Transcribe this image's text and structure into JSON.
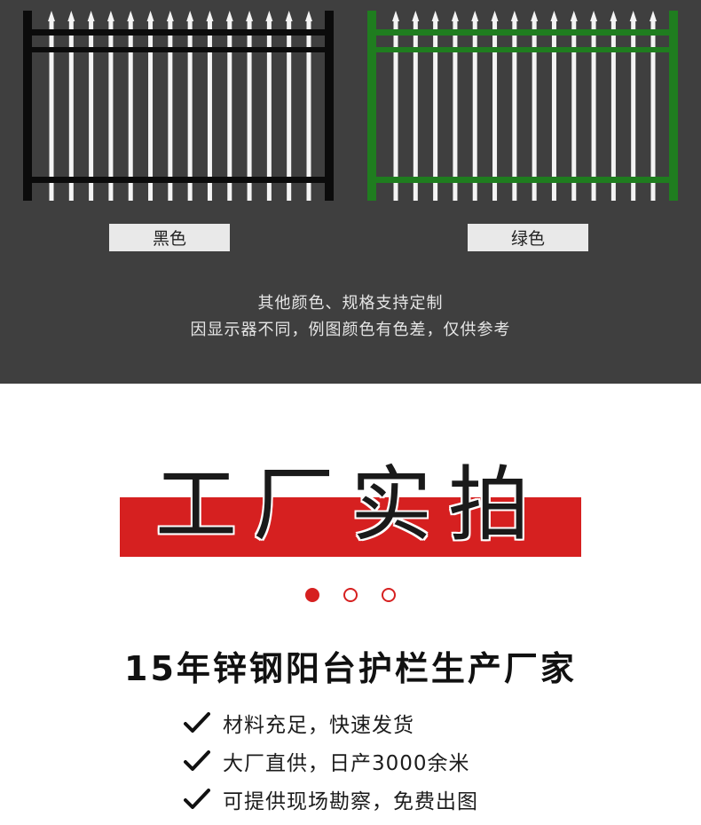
{
  "colors": {
    "panel_bg": "#3f3f3f",
    "accent_red": "#d62020",
    "fence_black": "#0b0b0b",
    "fence_green": "#1f7d1f"
  },
  "products": [
    {
      "label": "黑色",
      "color": "black"
    },
    {
      "label": "绿色",
      "color": "green"
    }
  ],
  "notes": [
    "其他颜色、规格支持定制",
    "因显示器不同，例图颜色有色差，仅供参考"
  ],
  "section": {
    "title": "工厂实拍",
    "subtitle": "15年锌钢阳台护栏生产厂家"
  },
  "pager": {
    "count": 3,
    "active": 1
  },
  "features": [
    {
      "icon": "check-icon",
      "text": "材料充足，快速发货"
    },
    {
      "icon": "check-icon",
      "text": "大厂直供，日产3000余米"
    },
    {
      "icon": "check-icon",
      "text": "可提供现场勘察，免费出图"
    }
  ]
}
